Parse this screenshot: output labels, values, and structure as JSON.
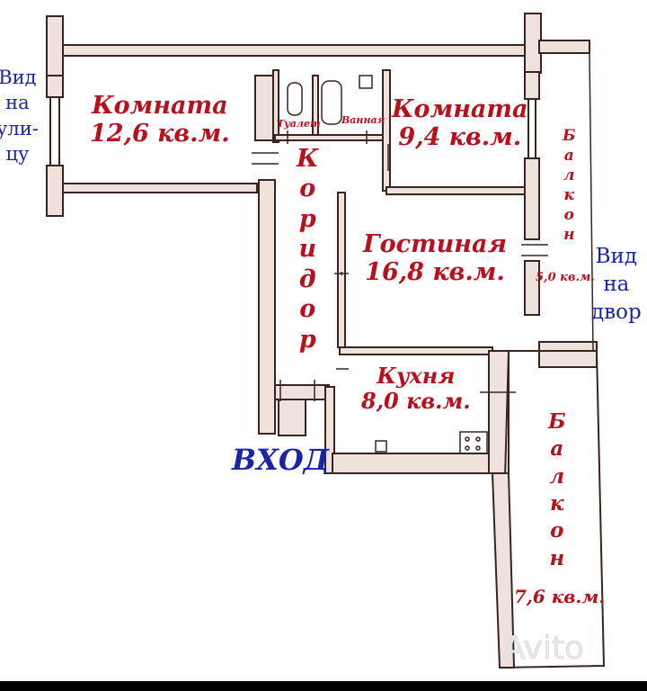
{
  "rooms": {
    "room1": {
      "name": "Комната",
      "area": "12,6 кв.м."
    },
    "room2": {
      "name": "Комната",
      "area": "9,4 кв.м."
    },
    "living": {
      "name": "Гостиная",
      "area": "16,8 кв.м."
    },
    "kitchen": {
      "name": "Кухня",
      "area": "8,0 кв.м."
    },
    "toilet": {
      "name": "Туалет"
    },
    "bath": {
      "name": "Ванная"
    },
    "corridor": {
      "letters": [
        "К",
        "о",
        "р",
        "и",
        "д",
        "о",
        "р"
      ]
    },
    "balcony_small": {
      "letters": [
        "Б",
        "а",
        "л",
        "к",
        "о",
        "н"
      ],
      "area": "5,0 кв.м."
    },
    "balcony_large": {
      "letters": [
        "Б",
        "а",
        "л",
        "к",
        "о",
        "н"
      ],
      "area": "7,6 кв.м."
    }
  },
  "annotations": {
    "street_view": [
      "Вид",
      "на",
      "ули-",
      "цу"
    ],
    "yard_view": [
      "Вид",
      "на",
      "двор"
    ],
    "entrance": "ВХОД",
    "watermark": "Avito"
  },
  "colors": {
    "wall": "#3b2420",
    "wall_fill": "#efe2dc",
    "room_label": "#b8101c",
    "annotation": "#1a24a8"
  }
}
